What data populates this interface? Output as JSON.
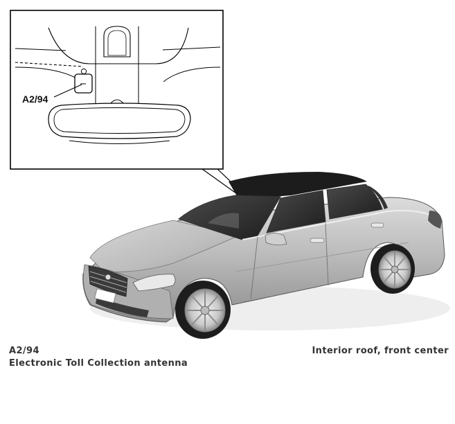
{
  "component": {
    "code": "A2/94",
    "name": "Electronic Toll Collection antenna",
    "location": "Interior roof, front center"
  },
  "detail_view": {
    "callout_label": "A2/94"
  },
  "colors": {
    "body_silver": "#bdbdbd",
    "body_highlight": "#e4e4e4",
    "body_shadow": "#8a8a8a",
    "glass_dark": "#2b2b2b",
    "roof_black": "#1c1c1c",
    "line": "#000000",
    "caption_text": "#333333"
  }
}
